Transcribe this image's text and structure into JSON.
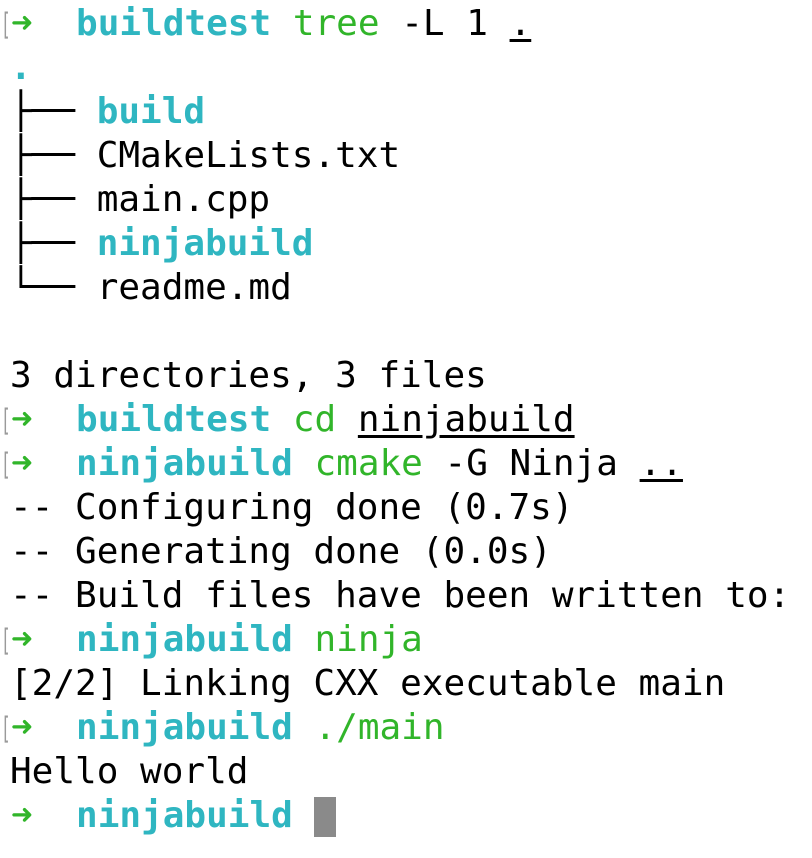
{
  "prompt_arrow": "➜",
  "prompt_bracket": "[",
  "lines": {
    "l1": {
      "dir": "buildtest",
      "cmd": "tree",
      "args": " -L 1 ",
      "path": "."
    },
    "root": ".",
    "tree": [
      {
        "branch": "├── ",
        "name": "build"
      },
      {
        "branch": "├── ",
        "name": "CMakeLists.txt"
      },
      {
        "branch": "├── ",
        "name": "main.cpp"
      },
      {
        "branch": "├── ",
        "name": "ninjabuild"
      },
      {
        "branch": "└── ",
        "name": "readme.md"
      }
    ],
    "summary": "3 directories, 3 files",
    "l2": {
      "dir": "buildtest",
      "cmd": "cd",
      "path": "ninjabuild"
    },
    "l3": {
      "dir": "ninjabuild",
      "cmd": "cmake",
      "args": " -G Ninja ",
      "path": ".."
    },
    "out1": "-- Configuring done (0.7s)",
    "out2": "-- Generating done (0.0s)",
    "out3": "-- Build files have been written to:",
    "l4": {
      "dir": "ninjabuild",
      "cmd": "ninja"
    },
    "out4": "[2/2] Linking CXX executable main",
    "l5": {
      "dir": "ninjabuild",
      "cmd": "./main"
    },
    "out5": "Hello world",
    "l6": {
      "dir": "ninjabuild"
    }
  },
  "colors": {
    "dir": "#2fb6c1",
    "arrow": "#31b52a",
    "cursor": "#8a8a8a"
  }
}
